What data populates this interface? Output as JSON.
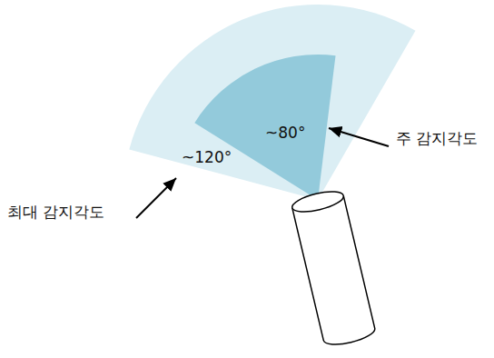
{
  "diagram": {
    "labels": [
      "~120°",
      "~80°",
      "주 감지각도",
      "최대 감지각도"
    ]
  }
}
